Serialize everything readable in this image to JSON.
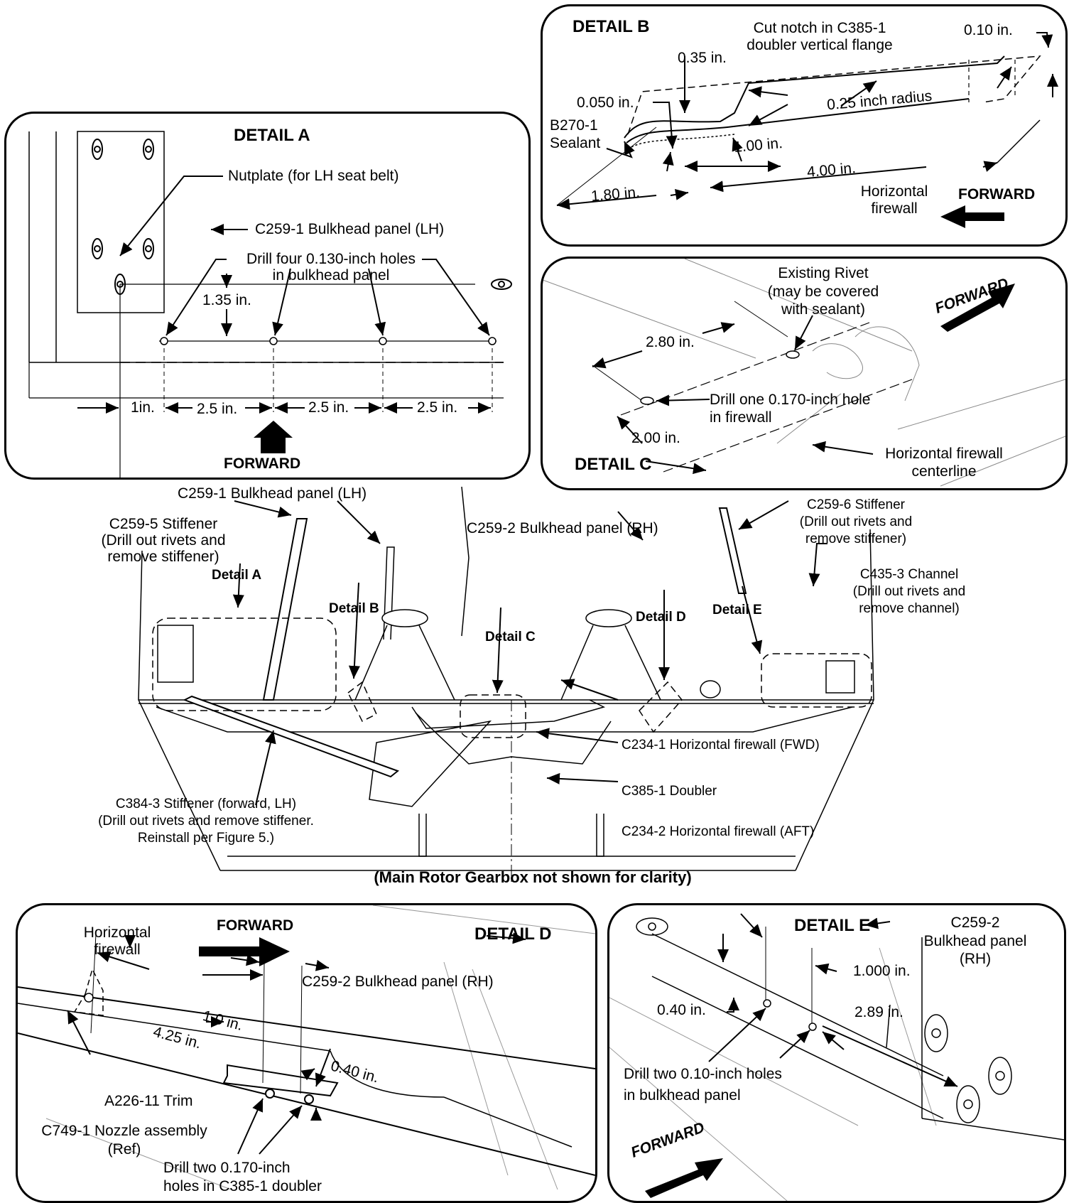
{
  "detail_a": {
    "title": "DETAIL A",
    "nutplate": "Nutplate (for LH seat belt)",
    "bulkhead": "C259-1 Bulkhead panel (LH)",
    "drill_line1": "Drill four 0.130-inch holes",
    "drill_line2": "in bulkhead panel",
    "dim_vertical": "1.35 in.",
    "dim_1": "1in.",
    "dim_2": "2.5 in.",
    "dim_3": "2.5 in.",
    "dim_4": "2.5 in.",
    "forward": "FORWARD"
  },
  "detail_b": {
    "title": "DETAIL B",
    "cut_notch_1": "Cut notch in C385-1",
    "cut_notch_2": "doubler vertical flange",
    "dim_010": "0.10 in.",
    "dim_035": "0.35 in.",
    "dim_0050": "0.050 in.",
    "radius": "0.25 inch radius",
    "sealant_1": "B270-1",
    "sealant_2": "Sealant",
    "dim_100": "1.00 in.",
    "dim_400": "4.00 in.",
    "dim_180": "1.80 in.",
    "firewall_1": "Horizontal",
    "firewall_2": "firewall",
    "forward": "FORWARD"
  },
  "detail_c": {
    "title": "DETAIL C",
    "rivet_1": "Existing Rivet",
    "rivet_2": "(may be covered",
    "rivet_3": "with sealant)",
    "forward": "FORWARD",
    "dim_280": "2.80 in.",
    "drill_1": "Drill one 0.170-inch hole",
    "drill_2": "in firewall",
    "dim_200": "2.00 in.",
    "centerline_1": "Horizontal firewall",
    "centerline_2": "centerline"
  },
  "main": {
    "c259_1": "C259-1 Bulkhead panel (LH)",
    "c259_5_1": "C259-5 Stiffener",
    "c259_5_2": "(Drill out rivets and",
    "c259_5_3": "remove stiffener)",
    "c259_2": "C259-2 Bulkhead panel (RH)",
    "c259_6_1": "C259-6 Stiffener",
    "c259_6_2": "(Drill out rivets and",
    "c259_6_3": "remove stiffener)",
    "c435_1": "C435-3 Channel",
    "c435_2": "(Drill out rivets and",
    "c435_3": "remove channel)",
    "detail_a": "Detail A",
    "detail_b": "Detail B",
    "detail_c": "Detail C",
    "detail_d": "Detail D",
    "detail_e": "Detail E",
    "c234_1": "C234-1 Horizontal firewall (FWD)",
    "c385_1": "C385-1 Doubler",
    "c234_2": "C234-2 Horizontal firewall (AFT)",
    "c384_1": "C384-3 Stiffener (forward, LH)",
    "c384_2": "(Drill out rivets and remove stiffener.",
    "c384_3": "Reinstall per Figure 5.)",
    "note": "(Main Rotor Gearbox not shown for clarity)"
  },
  "detail_d": {
    "title": "DETAIL D",
    "firewall_1": "Horizontal",
    "firewall_2": "firewall",
    "forward": "FORWARD",
    "bulkhead": "C259-2 Bulkhead panel (RH)",
    "dim_10": "1.0 in.",
    "dim_425": "4.25 in.",
    "dim_040": "0.40 in.",
    "trim": "A226-11 Trim",
    "nozzle_1": "C749-1 Nozzle assembly",
    "nozzle_2": "(Ref)",
    "drill_1": "Drill two 0.170-inch",
    "drill_2": "holes in C385-1 doubler"
  },
  "detail_e": {
    "title": "DETAIL E",
    "bulkhead_1": "C259-2",
    "bulkhead_2": "Bulkhead panel",
    "bulkhead_3": "(RH)",
    "dim_1000": "1.000 in.",
    "dim_040": "0.40 in.",
    "dim_289": "2.89 in.",
    "drill_1": "Drill two 0.10-inch holes",
    "drill_2": "in bulkhead panel",
    "forward": "FORWARD"
  }
}
